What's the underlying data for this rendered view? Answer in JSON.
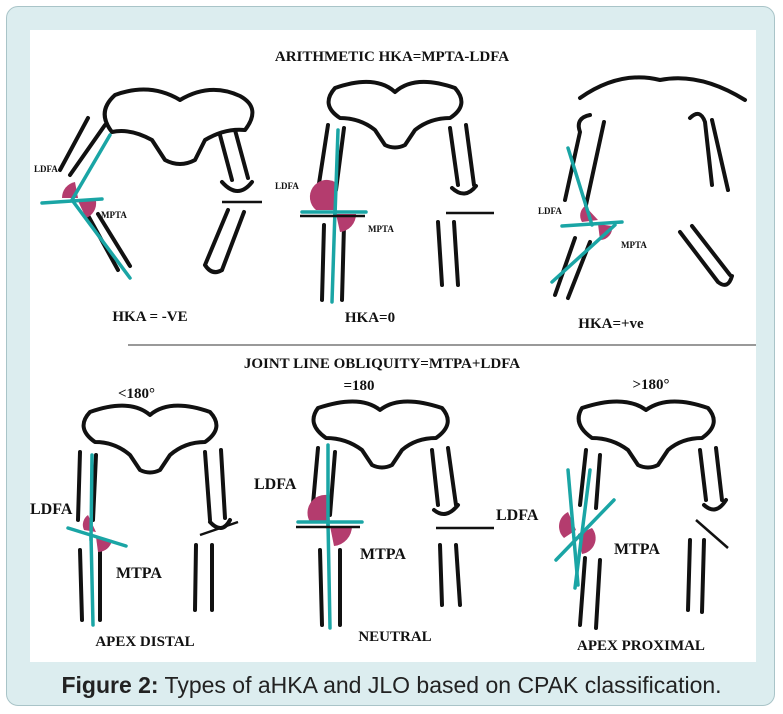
{
  "figure": {
    "top_title": "ARITHMETIC HKA=MPTA-LDFA",
    "bottom_title": "JOINT LINE OBLIQUITY=MTPA+LDFA",
    "top_panels": [
      {
        "ldfa": "LDFA",
        "mpta": "MPTA",
        "label": "HKA = -VE"
      },
      {
        "ldfa": "LDFA",
        "mpta": "MPTA",
        "label": "HKA=0"
      },
      {
        "ldfa": "LDFA",
        "mpta": "MPTA",
        "label": "HKA=+ve"
      }
    ],
    "bottom_panels": [
      {
        "angle": "<180°",
        "ldfa": "LDFA",
        "mtpa": "MTPA",
        "label": "APEX DISTAL"
      },
      {
        "angle": "=180",
        "ldfa": "LDFA",
        "mtpa": "MTPA",
        "label": "NEUTRAL"
      },
      {
        "angle": ">180°",
        "ldfa": "LDFA",
        "mtpa": "MTPA",
        "label": "APEX PROXIMAL"
      }
    ],
    "colors": {
      "axis_line": "#1aa5a5",
      "angle_fill": "#b43c6e",
      "frame": "#dcedef"
    }
  },
  "caption": {
    "prefix": "Figure 2:",
    "text": " Types of aHKA and JLO based on CPAK classification."
  }
}
